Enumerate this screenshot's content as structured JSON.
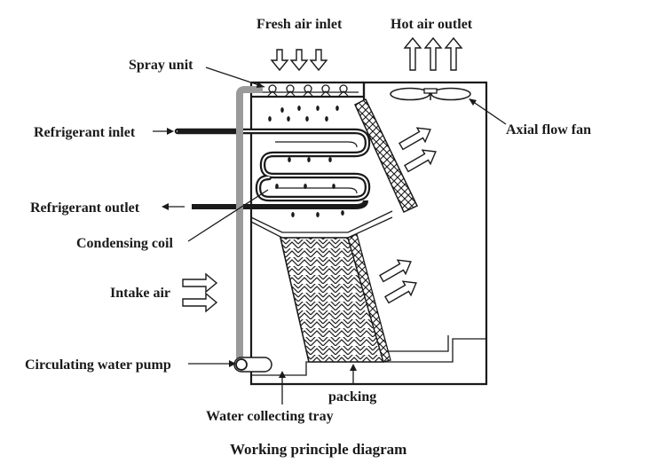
{
  "labels": {
    "fresh_air_inlet": "Fresh air inlet",
    "hot_air_outlet": "Hot air outlet",
    "spray_unit": "Spray unit",
    "refrigerant_inlet": "Refrigerant inlet",
    "refrigerant_outlet": "Refrigerant outlet",
    "condensing_coil": "Condensing coil",
    "intake_air": "Intake air",
    "circulating_water_pump": "Circulating water pump",
    "axial_flow_fan": "Axial flow fan",
    "packing": "packing",
    "water_collecting_tray": "Water collecting tray"
  },
  "caption": "Working principle diagram",
  "colors": {
    "line": "#1a1a1a",
    "water_pipe": "#9a9a9a",
    "background": "#ffffff"
  }
}
